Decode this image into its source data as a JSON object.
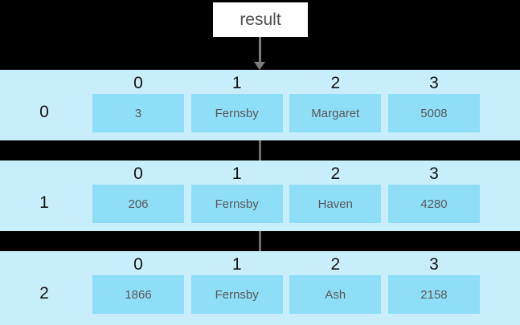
{
  "result_label": "result",
  "col_headers": [
    "0",
    "1",
    "2",
    "3"
  ],
  "rows": [
    {
      "label": "0",
      "cells": [
        "3",
        "Fernsby",
        "Margaret",
        "5008"
      ]
    },
    {
      "label": "1",
      "cells": [
        "206",
        "Fernsby",
        "Haven",
        "4280"
      ]
    },
    {
      "label": "2",
      "cells": [
        "1866",
        "Fernsby",
        "Ash",
        "2158"
      ]
    }
  ],
  "icons": {
    "arrow": "arrow-down-icon"
  },
  "colors": {
    "background": "#000000",
    "band": "#c9eefb",
    "cell": "#8edef8",
    "cell_text": "#595959",
    "header_text": "#141414",
    "result_box_bg": "#ffffff",
    "result_text": "#4f4f4f",
    "connector": "#6b6b6b",
    "arrow": "#7d7d7d"
  }
}
